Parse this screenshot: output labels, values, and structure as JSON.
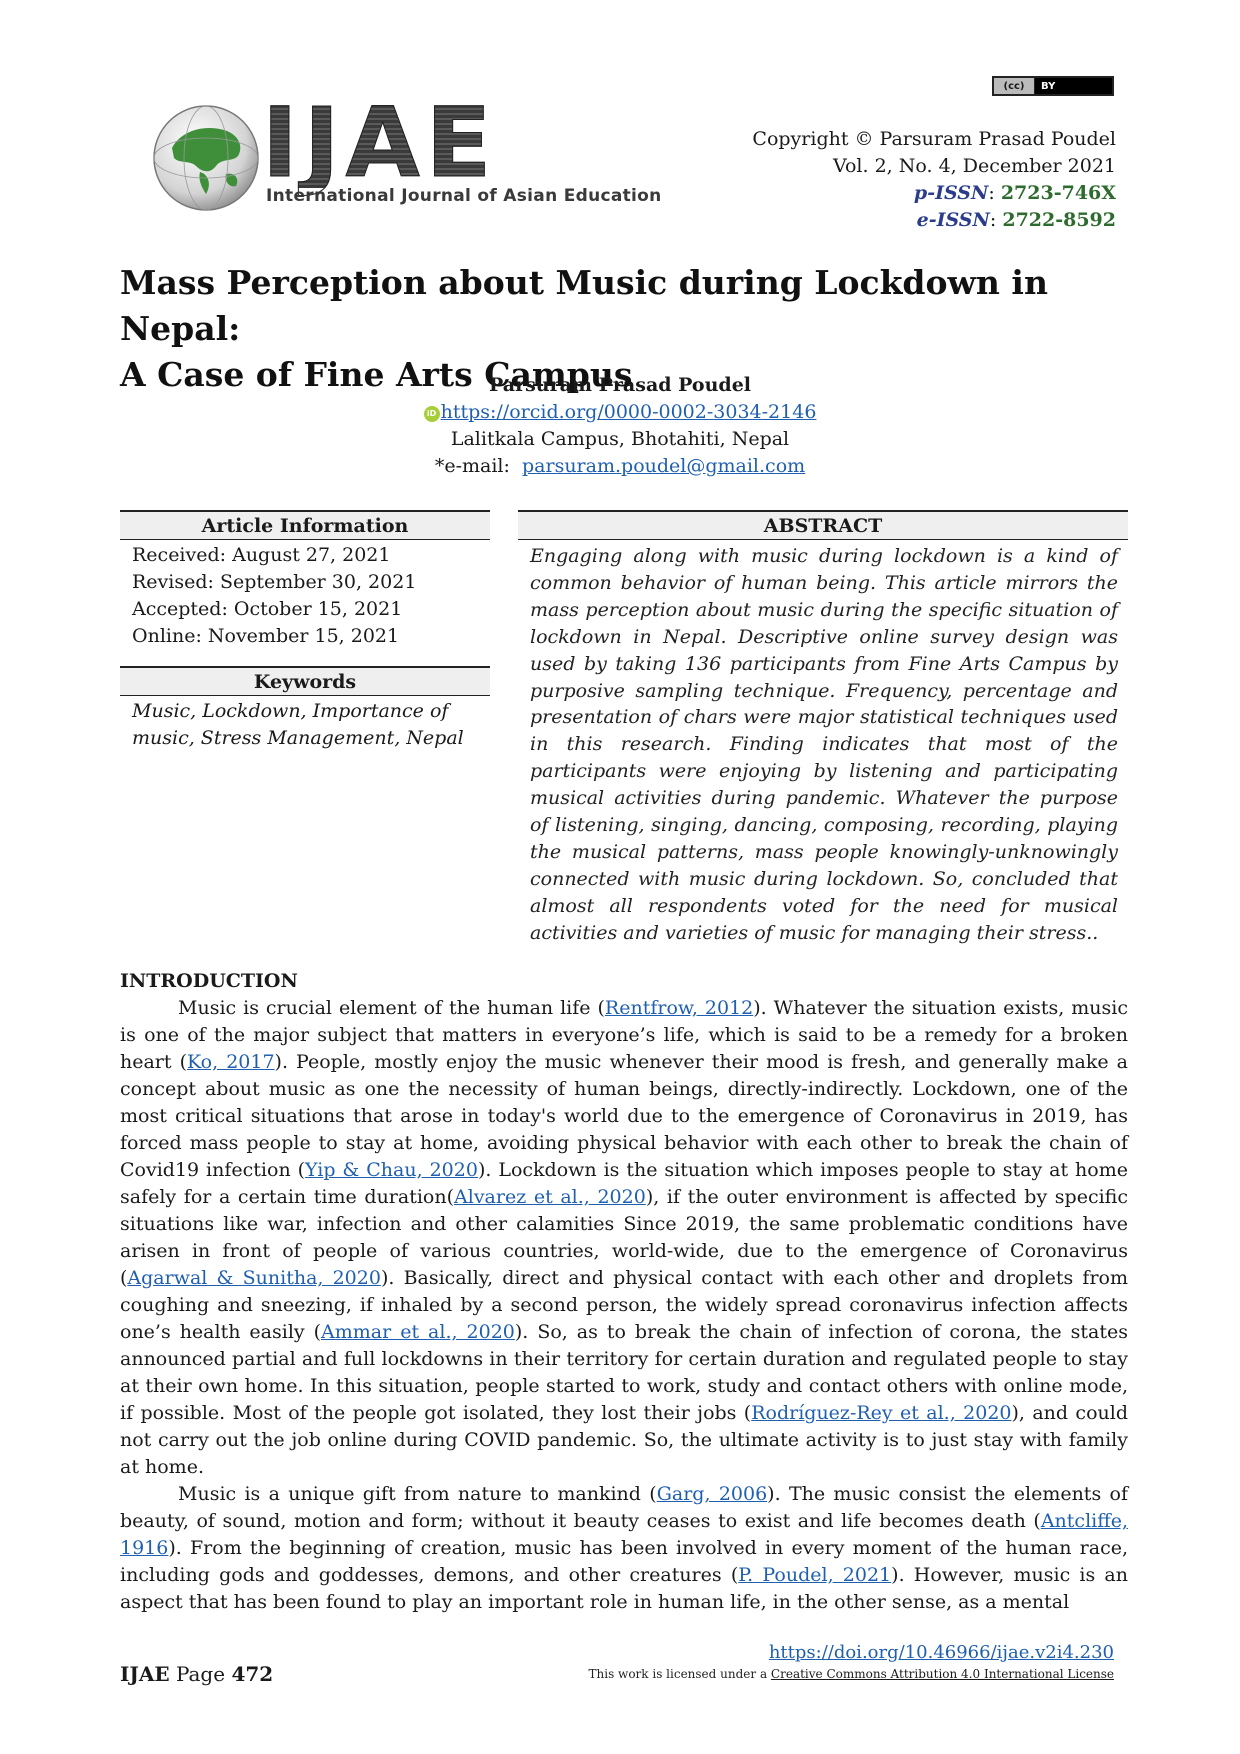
{
  "header": {
    "cc_badge": {
      "left": "(cc)",
      "right": "BY"
    },
    "logo": {
      "letters": "IJAE",
      "subtitle": "International Journal of Asian Education"
    },
    "copyright": "Copyright © Parsuram Prasad Poudel",
    "volume": "Vol.  2, No. 4, December 2021",
    "p_issn_label": "p-ISSN",
    "p_issn_value": "2723-746X",
    "e_issn_label": "e-ISSN",
    "e_issn_value": "2722-8592"
  },
  "title": {
    "line1": "Mass Perception about Music during Lockdown in Nepal:",
    "line2": "A Case of Fine Arts Campus"
  },
  "author": {
    "name": "Parsuram Prasad Poudel",
    "orcid": "https://orcid.org/0000-0002-3034-2146",
    "affiliation": "Lalitkala Campus, Bhotahiti, Nepal",
    "email_label": "*e-mail:",
    "email": "parsuram.poudel@gmail.com"
  },
  "article_info": {
    "heading": "Article Information",
    "received": "Received: August 27, 2021",
    "revised": "Revised: September 30, 2021",
    "accepted": "Accepted: October 15, 2021",
    "online": "Online: November 15, 2021"
  },
  "keywords": {
    "heading": "Keywords",
    "text": "Music, Lockdown, Importance of music, Stress Management, Nepal"
  },
  "abstract": {
    "heading": "ABSTRACT",
    "text": "Engaging along with music during lockdown is a kind of common behavior of human being. This article mirrors the mass perception about music during the specific situation of lockdown in Nepal. Descriptive online survey design was used by taking 136 participants from Fine Arts Campus by purposive sampling technique. Frequency, percentage and presentation of chars were major statistical techniques used in this research. Finding indicates that most of the participants were enjoying by listening and participating musical activities during pandemic. Whatever the purpose of listening, singing, dancing, composing, recording, playing the musical patterns, mass people knowingly-unknowingly connected with music during lockdown. So, concluded that almost all respondents voted for the need for musical activities and varieties of music for managing their stress.."
  },
  "introduction": {
    "heading": "INTRODUCTION",
    "p1": [
      "Music is crucial element of the human life (",
      "Rentfrow, 2012",
      "). Whatever the situation exists, music is one of the major subject that matters in everyone’s life, which is said to be a remedy for a broken heart (",
      "Ko, 2017",
      "). People, mostly enjoy the music whenever their mood is fresh, and generally make a concept about music as one the necessity of human beings, directly-indirectly. Lockdown, one of the most critical situations that arose in today's world due to the emergence of Coronavirus in 2019, has forced mass people to stay at home, avoiding physical behavior with each other to break the chain of Covid19 infection (",
      "Yip & Chau, 2020",
      "). Lockdown is the situation which imposes people to stay at home safely for a certain time duration(",
      "Alvarez et al., 2020",
      "), if the outer environment is affected by specific situations like war, infection and other calamities Since 2019, the same problematic conditions have arisen in front of people of various countries, world-wide, due to the emergence of Coronavirus (",
      "Agarwal & Sunitha, 2020",
      "). Basically, direct and physical contact with each other and droplets from coughing and sneezing, if inhaled by a second person, the widely spread coronavirus infection affects one’s health easily (",
      "Ammar et al., 2020",
      "). So, as to break the chain of infection of corona, the states announced partial and full lockdowns in their territory for certain duration and regulated people to stay at their own home. In this situation, people started to work, study and contact others with online mode, if possible. Most of the people got isolated, they lost their jobs (",
      "Rodríguez-Rey et al., 2020",
      "), and could not carry out the job online during COVID pandemic. So, the ultimate activity is to just stay with family at home."
    ],
    "p2": [
      "Music is a unique gift from nature to mankind (",
      "Garg, 2006",
      "). The music consist the elements of beauty, of sound, motion and form; without it beauty ceases to exist and life becomes death (",
      "Antcliffe, 1916",
      "). From the beginning of creation, music has been involved in every moment of the human race, including gods and goddesses, demons, and other creatures (",
      "P. Poudel, 2021",
      "). However, music is an aspect that has been found to play an important role in human life, in the other sense, as a mental"
    ]
  },
  "footer": {
    "journal": "IJAE",
    "page_label": "Page",
    "page_number": "472",
    "doi": "https://doi.org/10.46966/ijae.v2i4.230",
    "license_prefix": "This work is licensed under a ",
    "license_link": "Creative Commons Attribution 4.0 International License"
  },
  "colors": {
    "link": "#1f5fb0",
    "issn_label": "#2a3c8a",
    "issn_value": "#2e6b2e",
    "orcid": "#a6ce39"
  }
}
